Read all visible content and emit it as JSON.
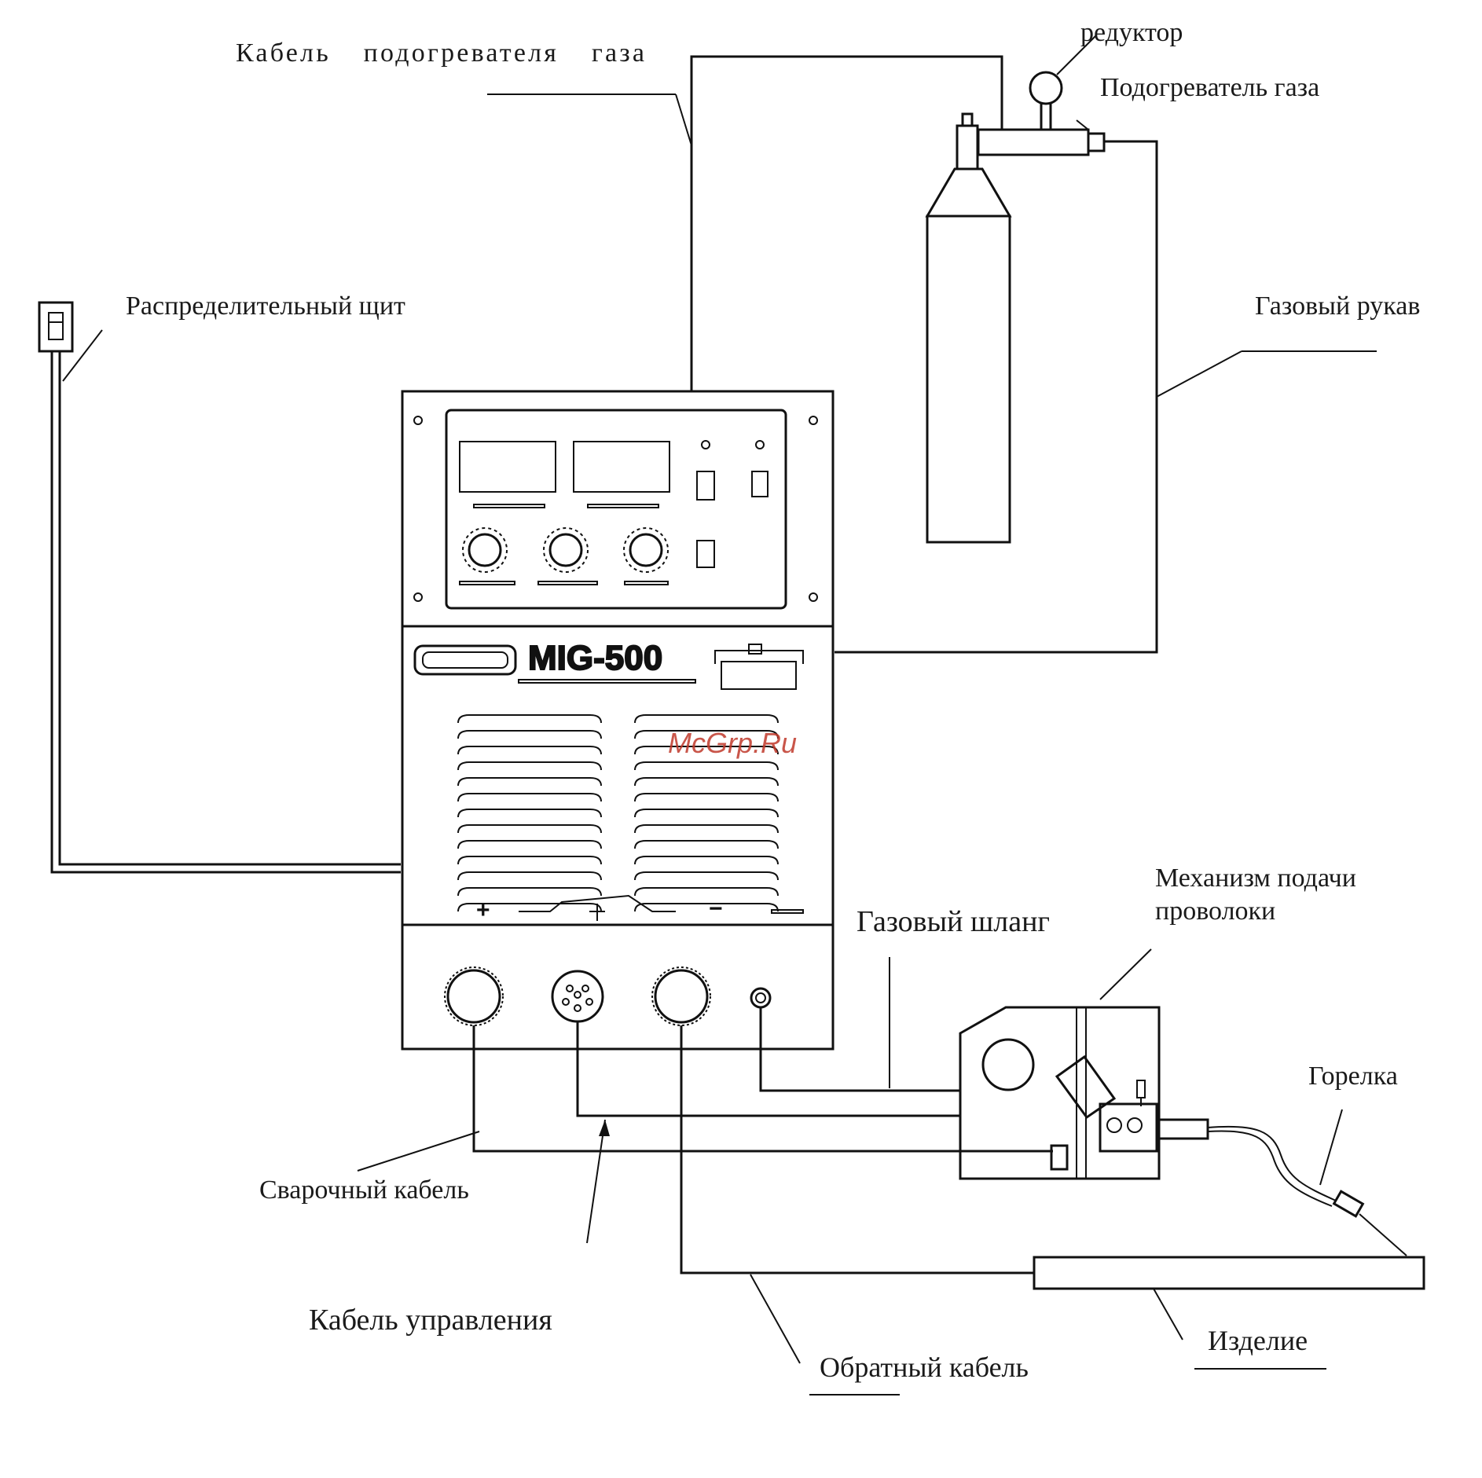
{
  "labels": {
    "gas_heater_cable": "Кабель подогревателя газа",
    "reducer": "редуктор",
    "gas_heater": "Подогреватель газа",
    "distribution_board": "Распределительный щит",
    "gas_hose_sleeve": "Газовый рукав",
    "gas_hose": "Газовый шланг",
    "wire_feeder_line1": "Механизм подачи",
    "wire_feeder_line2": "проволоки",
    "torch": "Горелка",
    "welding_cable": "Сварочный кабель",
    "control_cable": "Кабель управления",
    "workpiece": "Изделие",
    "return_cable": "Обратный кабель"
  },
  "machine": {
    "model": "MIG-500",
    "polarity_plus": "+",
    "polarity_minus": "−"
  },
  "watermark": "McGrp.Ru",
  "colors": {
    "line": "#111111",
    "background": "#ffffff",
    "watermark": "#c0392b"
  }
}
